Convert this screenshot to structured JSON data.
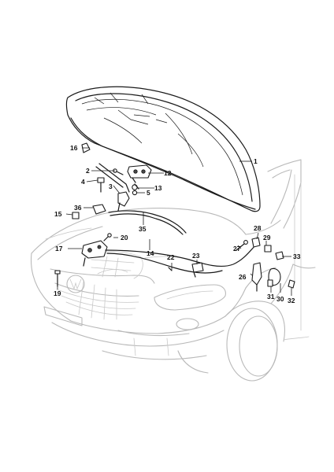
{
  "diagram": {
    "callouts": {
      "c1": "1",
      "c2": "2",
      "c3": "3",
      "c4": "4",
      "c5": "5",
      "c12": "12",
      "c13": "13",
      "c14": "14",
      "c15": "15",
      "c16": "16",
      "c17": "17",
      "c19": "19",
      "c20": "20",
      "c22": "22",
      "c23": "23",
      "c26": "26",
      "c27": "27",
      "c28": "28",
      "c29": "29",
      "c30": "30",
      "c31": "31",
      "c32": "32",
      "c33": "33",
      "c35": "35",
      "c36": "36"
    }
  }
}
